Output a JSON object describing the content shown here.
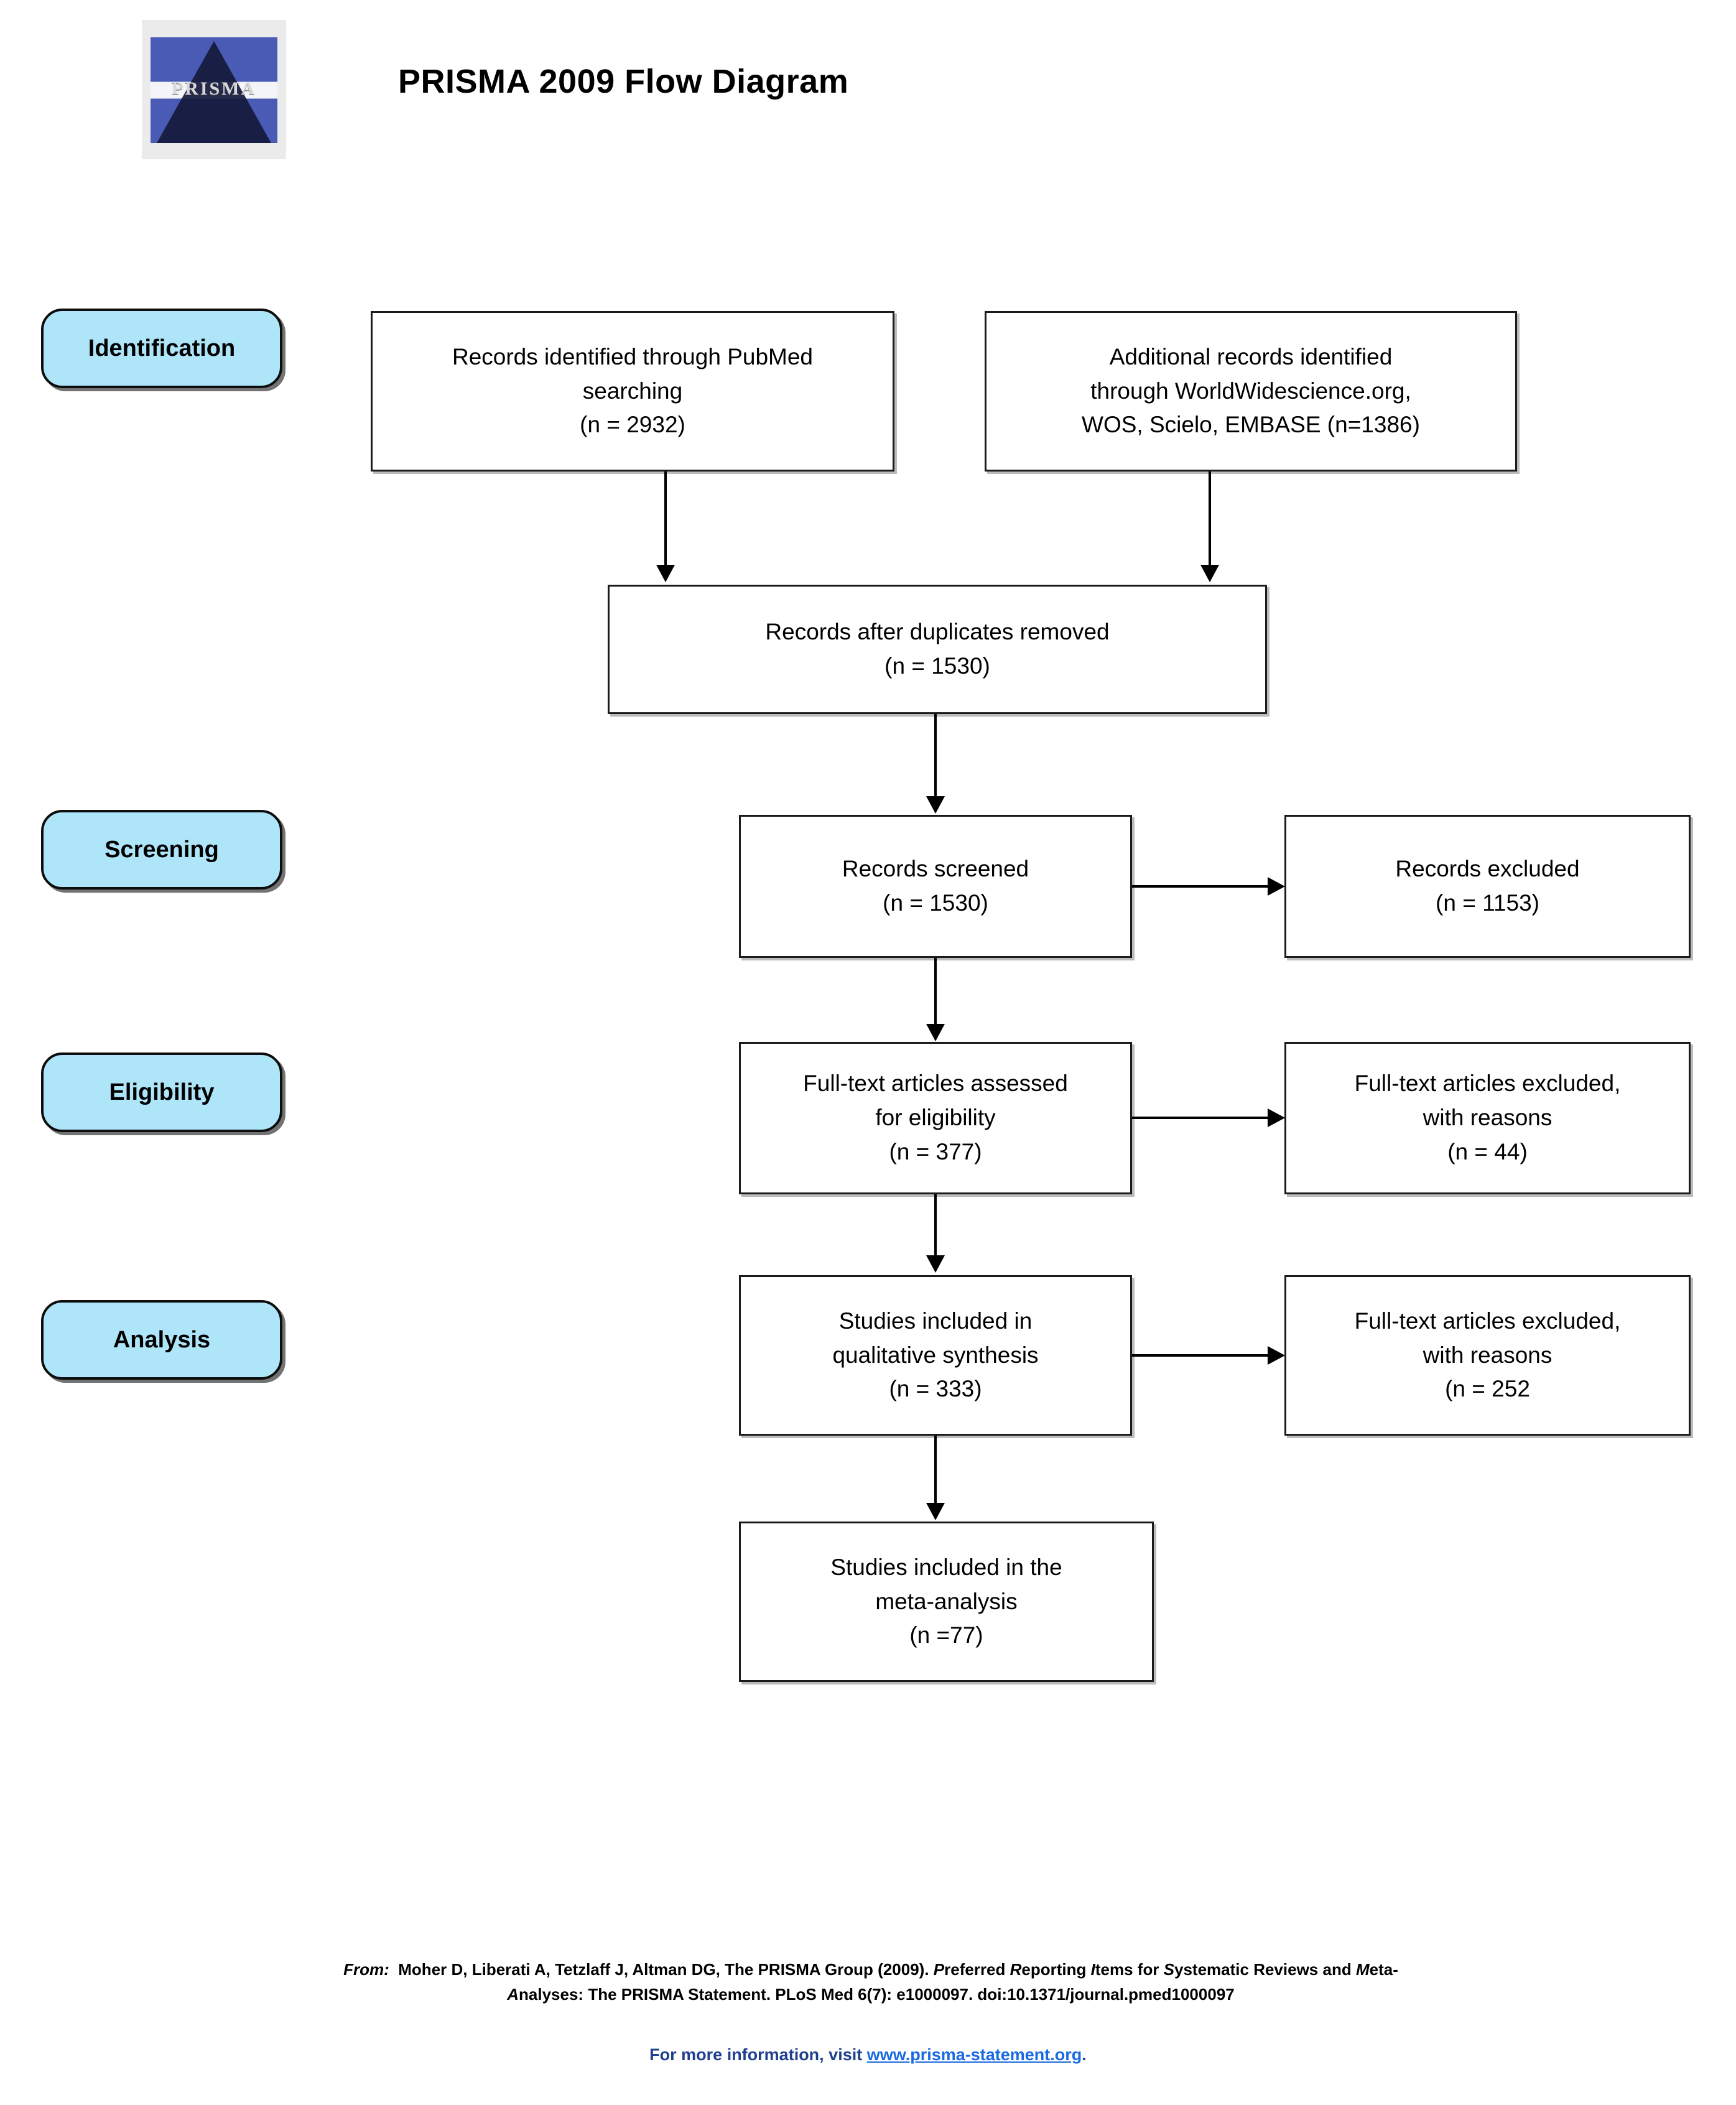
{
  "header": {
    "title": "PRISMA 2009 Flow Diagram",
    "logo_word": "PRISMA",
    "logo_name": "prisma-logo"
  },
  "stages": [
    {
      "label": "Identification"
    },
    {
      "label": "Screening"
    },
    {
      "label": "Eligibility"
    },
    {
      "label": "Analysis"
    }
  ],
  "boxes": {
    "pubmed": {
      "lines": [
        "Records identified through PubMed",
        "searching",
        "(n = 2932)"
      ]
    },
    "additional": {
      "lines": [
        "Additional records identified",
        "through WorldWidescience.org,",
        "WOS, Scielo, EMBASE (n=1386)"
      ]
    },
    "duplicates": {
      "lines": [
        "Records after duplicates removed",
        "(n = 1530)"
      ]
    },
    "screened": {
      "lines": [
        "Records screened",
        "(n = 1530)"
      ]
    },
    "records_excluded": {
      "lines": [
        "Records excluded",
        "(n = 1153)"
      ]
    },
    "fulltext_assessed": {
      "lines": [
        "Full-text articles assessed",
        "for eligibility",
        "(n = 377)"
      ]
    },
    "fulltext_excluded_1": {
      "lines": [
        "Full-text articles excluded,",
        "with reasons",
        "(n = 44)"
      ]
    },
    "qualitative": {
      "lines": [
        "Studies included in",
        "qualitative synthesis",
        "(n = 333)"
      ]
    },
    "fulltext_excluded_2": {
      "lines": [
        "Full-text articles excluded,",
        "with reasons",
        "(n = 252"
      ]
    },
    "meta_analysis": {
      "lines": [
        "Studies included in the",
        "meta-analysis",
        "(n =77)"
      ]
    }
  },
  "footer": {
    "from_label": "From:",
    "citation_part1": "Moher D, Liberati A, Tetzlaff J, Altman DG, The PRISMA Group (2009). ",
    "citation_italic1": "P",
    "citation_rest1": "referred ",
    "citation_italic2": "R",
    "citation_rest2": "eporting ",
    "citation_italic3": "I",
    "citation_rest3": "tems for ",
    "citation_italic4": "S",
    "citation_rest4": "ystematic Reviews and ",
    "citation_italic5": "M",
    "citation_rest5": "eta-",
    "citation_line2_italic": "A",
    "citation_line2": "nalyses: The PRISMA Statement. PLoS Med 6(7): e1000097. doi:10.1371/journal.pmed1000097",
    "more_prefix": "For more information, visit ",
    "more_link": "www.prisma-statement.org",
    "more_suffix": "."
  },
  "colors": {
    "stage_fill": "#aee5f9",
    "box_border": "#1b1b1b",
    "link": "#1a6ae0",
    "more_text": "#1f3f8f",
    "logo_blue": "#4a5bb5",
    "logo_prism": "#151a3c"
  }
}
